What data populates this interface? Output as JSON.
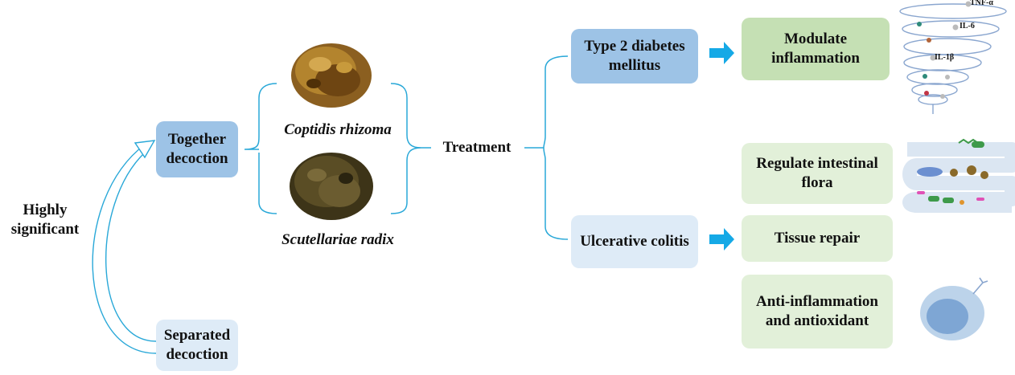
{
  "root": {
    "label": "Highly significant"
  },
  "methods": {
    "together": "Together decoction",
    "separated": "Separated decoction"
  },
  "herbs": {
    "coptidis": "Coptidis rhizoma",
    "scutellariae": "Scutellariae radix"
  },
  "treatment": {
    "label": "Treatment"
  },
  "diseases": {
    "t2dm": "Type 2 diabetes mellitus",
    "uc": "Ulcerative colitis"
  },
  "effects": {
    "inflammation": "Modulate inflammation",
    "flora": "Regulate intestinal flora",
    "repair": "Tissue repair",
    "antiox": "Anti-inflammation and antioxidant"
  },
  "cytokines": {
    "tnf": "TNF-α",
    "il6": "IL-6",
    "il1b": "IL-1β"
  },
  "colors": {
    "connector": "#29a8d8",
    "arrow": "#15a9e6",
    "box_blue": "#9dc3e6",
    "box_light_blue": "#deebf7",
    "box_green": "#c5e0b4",
    "box_light_green": "#e2f0d9"
  }
}
